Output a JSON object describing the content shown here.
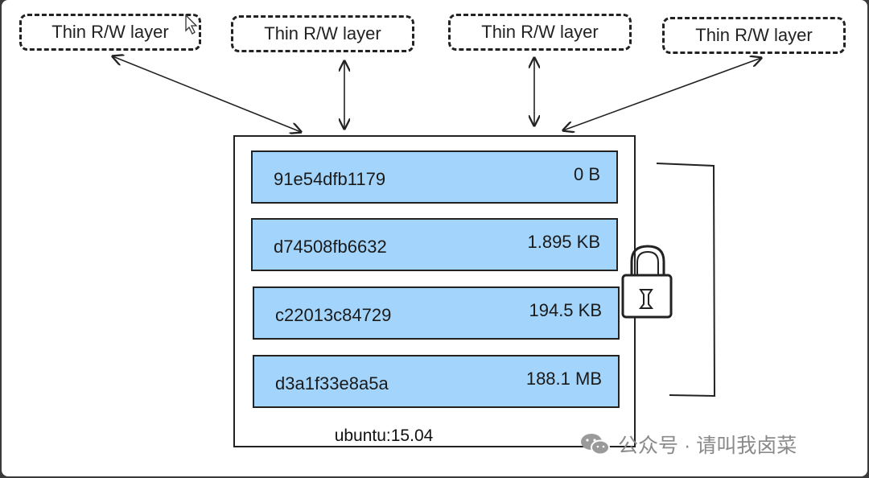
{
  "rw_layers": [
    {
      "label": "Thin R/W layer"
    },
    {
      "label": "Thin R/W layer"
    },
    {
      "label": "Thin R/W layer"
    },
    {
      "label": "Thin R/W layer"
    }
  ],
  "image": {
    "name": "ubuntu:15.04",
    "layers": [
      {
        "id": "91e54dfb1179",
        "size": "0 B"
      },
      {
        "id": "d74508fb6632",
        "size": "1.895 KB"
      },
      {
        "id": "c22013c84729",
        "size": "194.5 KB"
      },
      {
        "id": "d3a1f33e8a5a",
        "size": "188.1 MB"
      }
    ]
  },
  "watermark": {
    "text": "公众号 · 请叫我卤菜"
  },
  "icons": {
    "lock": "lock-icon",
    "cursor": "mouse-cursor-icon",
    "wechat": "wechat-icon"
  },
  "colors": {
    "layer_fill": "#a3d4fb",
    "stroke": "#222222"
  }
}
